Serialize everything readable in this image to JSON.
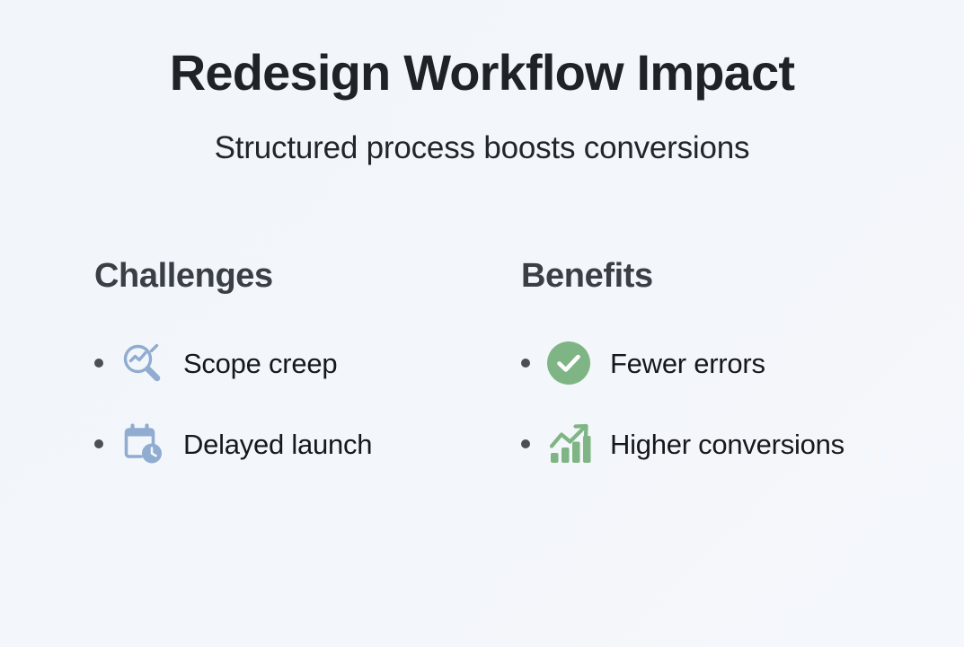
{
  "header": {
    "title": "Redesign Workflow Impact",
    "subtitle": "Structured process boosts conversions"
  },
  "columns": [
    {
      "id": "challenges",
      "heading": "Challenges",
      "items": [
        {
          "label": "Scope creep",
          "icon": "magnifier-chart-icon"
        },
        {
          "label": "Delayed launch",
          "icon": "calendar-clock-icon"
        }
      ]
    },
    {
      "id": "benefits",
      "heading": "Benefits",
      "items": [
        {
          "label": "Fewer errors",
          "icon": "check-circle-icon"
        },
        {
          "label": "Higher conversions",
          "icon": "bar-chart-up-icon"
        }
      ]
    }
  ],
  "colors": {
    "background": "#f2f6fa",
    "title": "#1f2328",
    "heading": "#3a3f46",
    "body_text": "#15181c",
    "bullet_dot": "#4b5056",
    "challenge_icon": "#90acd0",
    "benefit_icon": "#7fb584"
  }
}
